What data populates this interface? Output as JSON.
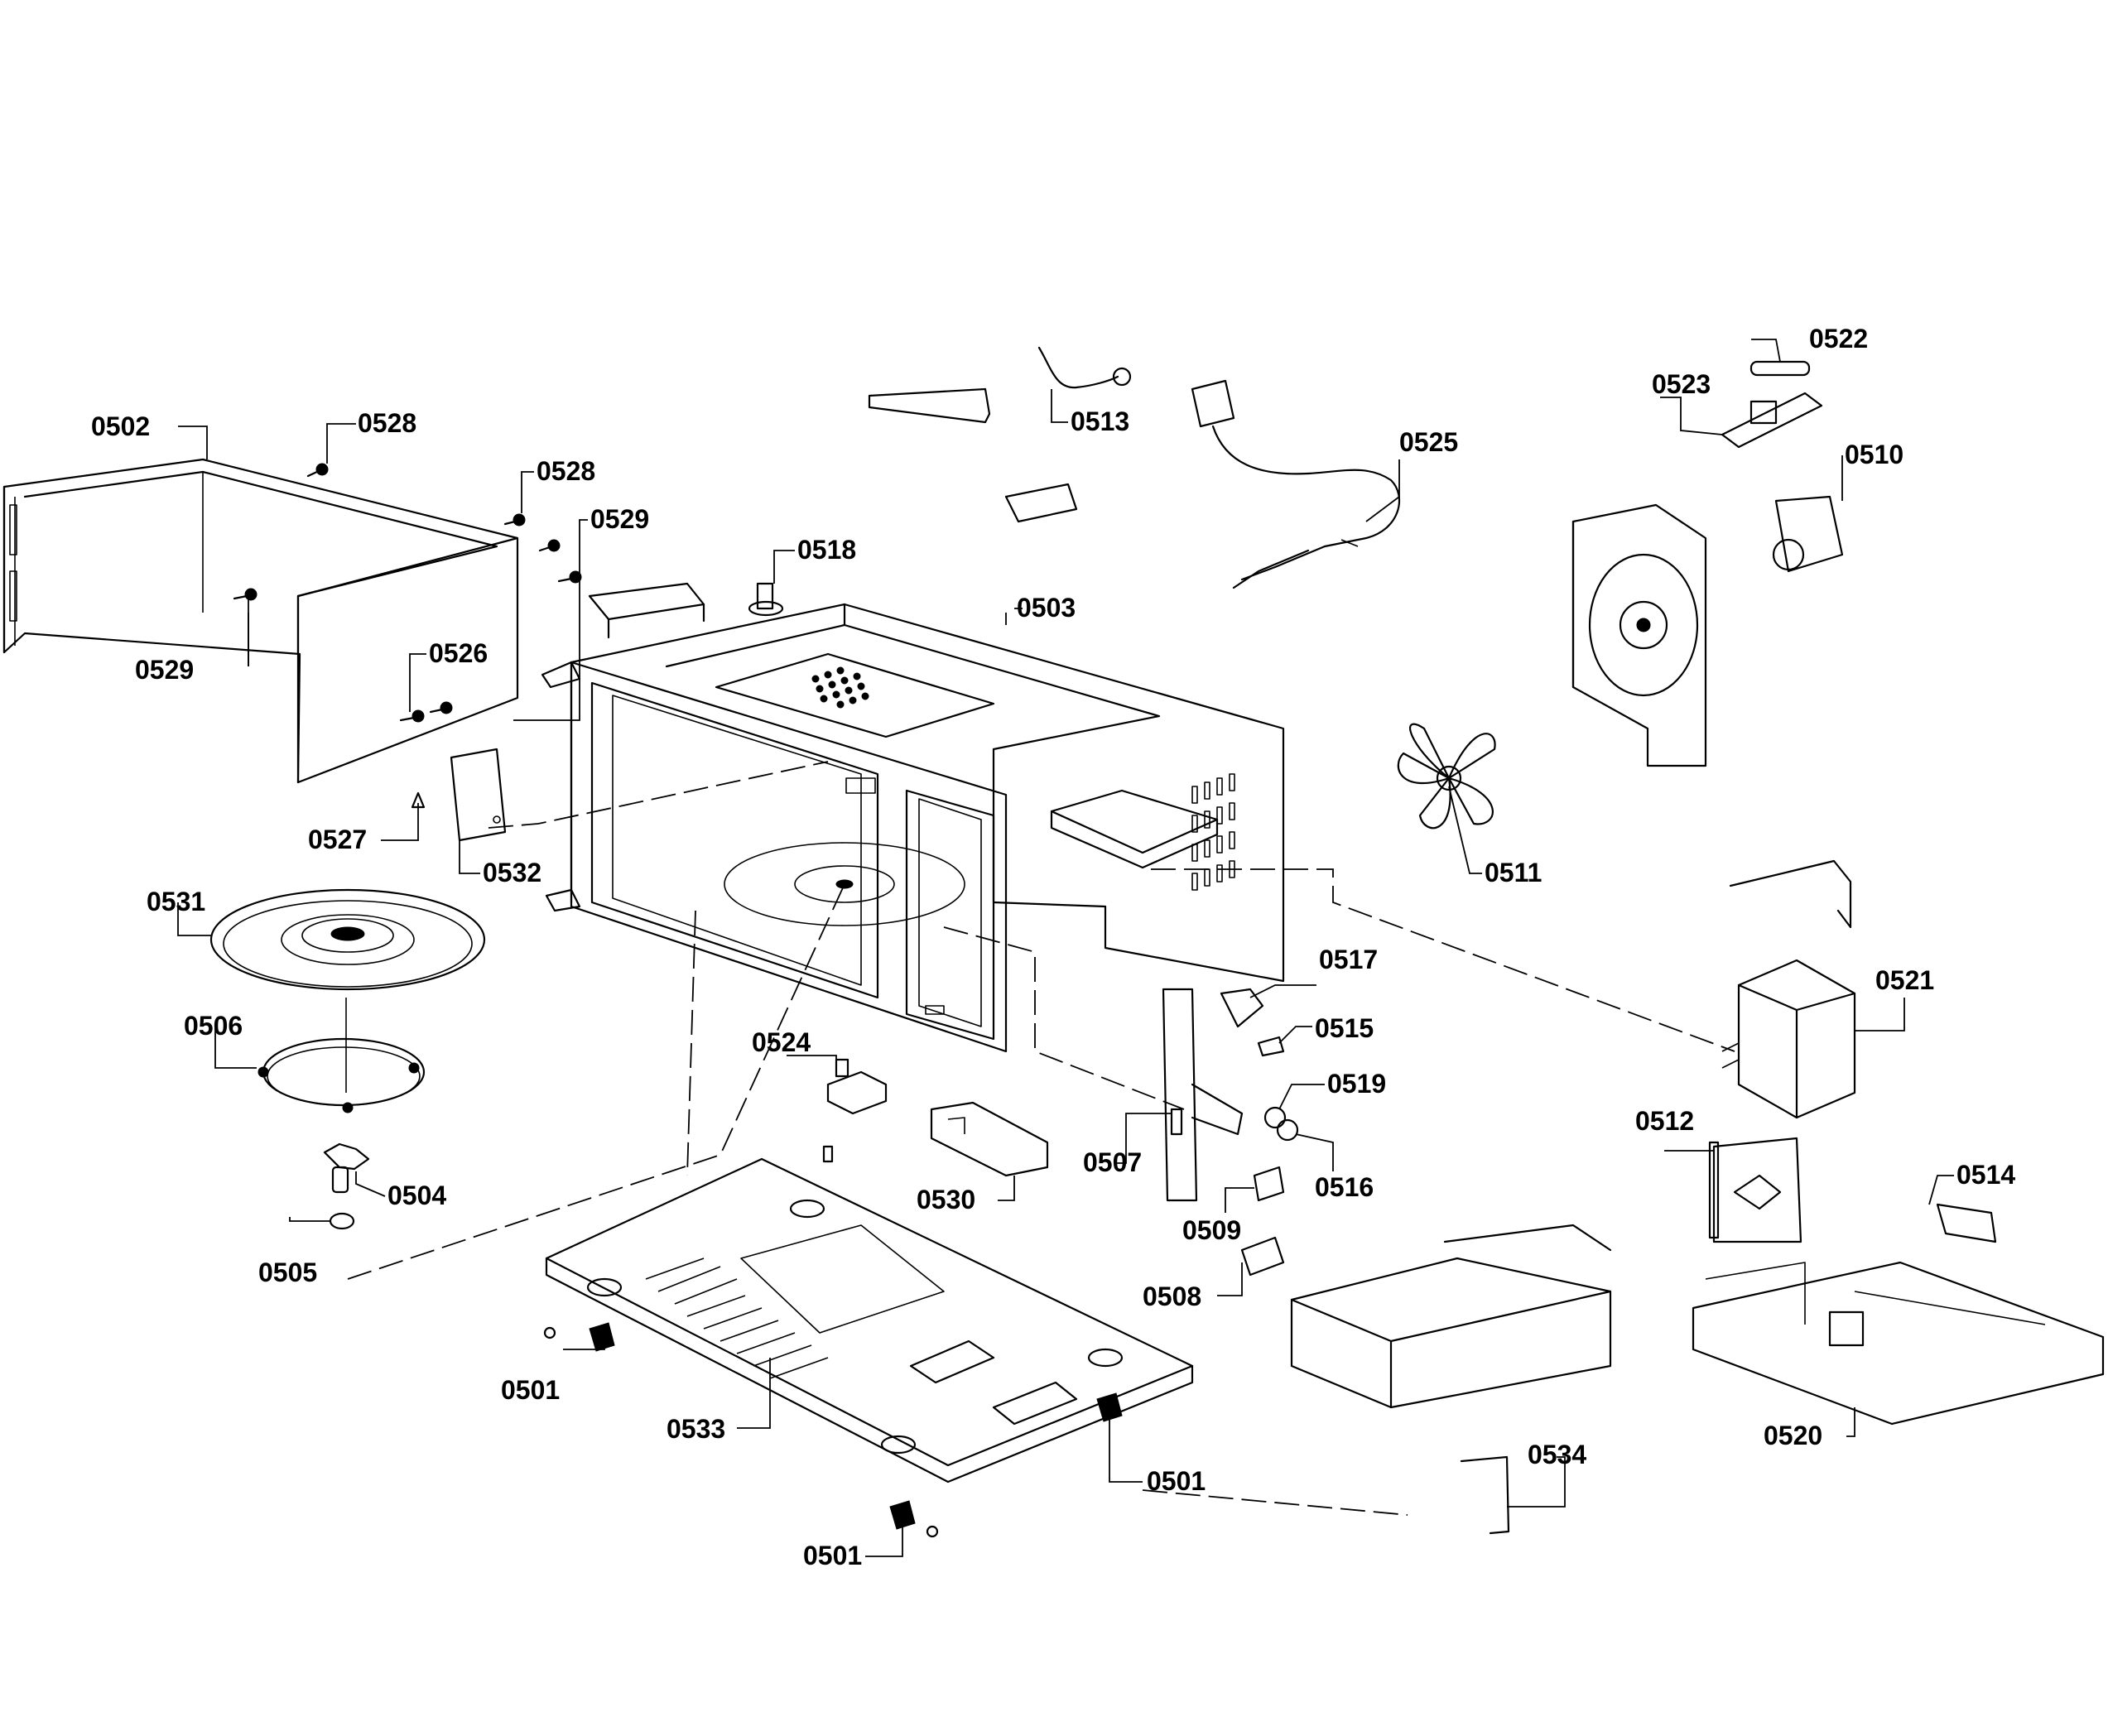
{
  "callouts": [
    {
      "id": "0502",
      "text": "0502"
    },
    {
      "id": "0528a",
      "text": "0528"
    },
    {
      "id": "0528b",
      "text": "0528"
    },
    {
      "id": "0529a",
      "text": "0529"
    },
    {
      "id": "0529b",
      "text": "0529"
    },
    {
      "id": "0526",
      "text": "0526"
    },
    {
      "id": "0527",
      "text": "0527"
    },
    {
      "id": "0532",
      "text": "0532"
    },
    {
      "id": "0531",
      "text": "0531"
    },
    {
      "id": "0506",
      "text": "0506"
    },
    {
      "id": "0504",
      "text": "0504"
    },
    {
      "id": "0505",
      "text": "0505"
    },
    {
      "id": "0513",
      "text": "0513"
    },
    {
      "id": "0518",
      "text": "0518"
    },
    {
      "id": "0503",
      "text": "0503"
    },
    {
      "id": "0525",
      "text": "0525"
    },
    {
      "id": "0522",
      "text": "0522"
    },
    {
      "id": "0523",
      "text": "0523"
    },
    {
      "id": "0510",
      "text": "0510"
    },
    {
      "id": "0511",
      "text": "0511"
    },
    {
      "id": "0521",
      "text": "0521"
    },
    {
      "id": "0517",
      "text": "0517"
    },
    {
      "id": "0515",
      "text": "0515"
    },
    {
      "id": "0519",
      "text": "0519"
    },
    {
      "id": "0516",
      "text": "0516"
    },
    {
      "id": "0507",
      "text": "0507"
    },
    {
      "id": "0509",
      "text": "0509"
    },
    {
      "id": "0508",
      "text": "0508"
    },
    {
      "id": "0524",
      "text": "0524"
    },
    {
      "id": "0530",
      "text": "0530"
    },
    {
      "id": "0512",
      "text": "0512"
    },
    {
      "id": "0514",
      "text": "0514"
    },
    {
      "id": "0520",
      "text": "0520"
    },
    {
      "id": "0533",
      "text": "0533"
    },
    {
      "id": "0501a",
      "text": "0501"
    },
    {
      "id": "0501b",
      "text": "0501"
    },
    {
      "id": "0501c",
      "text": "0501"
    },
    {
      "id": "0534",
      "text": "0534"
    }
  ]
}
